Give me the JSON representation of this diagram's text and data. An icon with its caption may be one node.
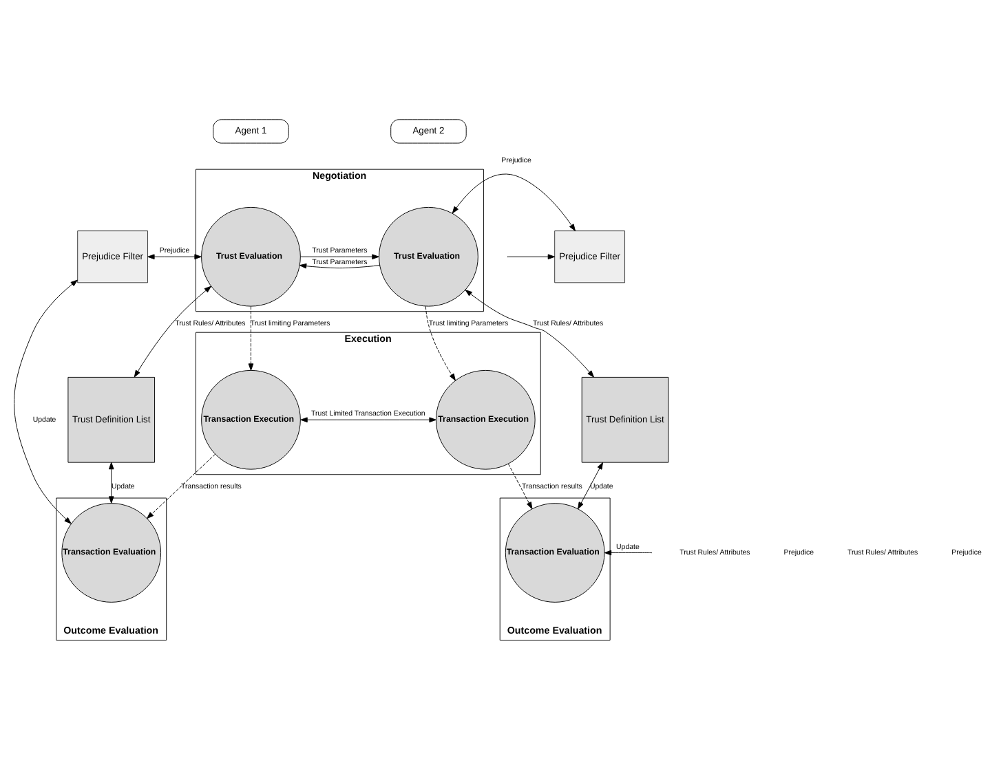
{
  "diagram": {
    "nodes": [
      {
        "text": [
          "Agent 1"
        ]
      },
      {
        "text": [
          "Agent 2"
        ]
      },
      {
        "text": [
          "Negotiation"
        ]
      },
      {
        "text": [
          "Trust Evaluation"
        ],
        "in": 2
      },
      {
        "text": [
          "Trust Evaluation"
        ],
        "in": 2
      },
      {
        "text": [
          "Execution"
        ]
      },
      {
        "text": [
          "Transaction Execution"
        ],
        "in": 5
      },
      {
        "text": [
          "Transaction Execution"
        ],
        "in": 5
      },
      {
        "text": [
          "Outcome Evaluation"
        ]
      },
      {
        "text": [
          "Transaction Evaluation"
        ],
        "in": 8
      },
      {
        "text": [
          "Outcome Evaluation"
        ]
      },
      {
        "text": [
          "Transaction Evaluation"
        ],
        "in": 10
      },
      {
        "text": [
          "Prejudice Filter"
        ]
      },
      {
        "text": [
          "Trust Definition List"
        ]
      },
      {
        "text": [
          "Prejudice Filter"
        ]
      },
      {
        "text": [
          "Trust Definition List"
        ]
      }
    ],
    "edges": [
      {
        "from": 12,
        "to": 3,
        "arrow": "both",
        "label": "Prejudice"
      },
      {
        "from": 3,
        "to": 4,
        "arrow": "to",
        "label": "Trust Parameters"
      },
      {
        "from": 4,
        "to": 3,
        "arrow": "to",
        "label": "Trust Parameters"
      },
      {
        "from": 4,
        "to": 14,
        "arrow": "both",
        "label": "Prejudice"
      },
      {
        "from": 3,
        "to": 13,
        "arrow": "both",
        "label": "Trust Rules/ Attributes"
      },
      {
        "from": 4,
        "to": 15,
        "arrow": "both",
        "label": "Trust Rules/ Attributes"
      },
      {
        "from": 3,
        "to": 6,
        "arrow": "to",
        "style": "dashed",
        "label": "Trust limiting Parameters"
      },
      {
        "from": 4,
        "to": 7,
        "arrow": "to",
        "style": "dashed",
        "label": "Trust limiting Parameters"
      },
      {
        "from": 6,
        "to": 7,
        "arrow": "both",
        "label": "Trust Limited Transaction Execution"
      },
      {
        "from": 6,
        "to": 9,
        "arrow": "to",
        "style": "dashed",
        "label": "Transaction results"
      },
      {
        "from": 7,
        "to": 11,
        "arrow": "to",
        "style": "dashed",
        "label": "Transaction results"
      },
      {
        "from": 13,
        "to": 9,
        "arrow": "both",
        "label": "Update"
      },
      {
        "from": 12,
        "to": 9,
        "arrow": "both",
        "label": "Update"
      },
      {
        "from": 15,
        "to": 11,
        "arrow": "both",
        "label": "Update"
      },
      {
        "from": null,
        "to": 14,
        "arrow": "to"
      },
      {
        "from": null,
        "to": 11,
        "arrow": "to",
        "label": "Update"
      }
    ],
    "labels": [
      "Trust Rules/ Attributes",
      "Prejudice",
      "Trust Rules/ Attributes",
      "Prejudice"
    ]
  }
}
